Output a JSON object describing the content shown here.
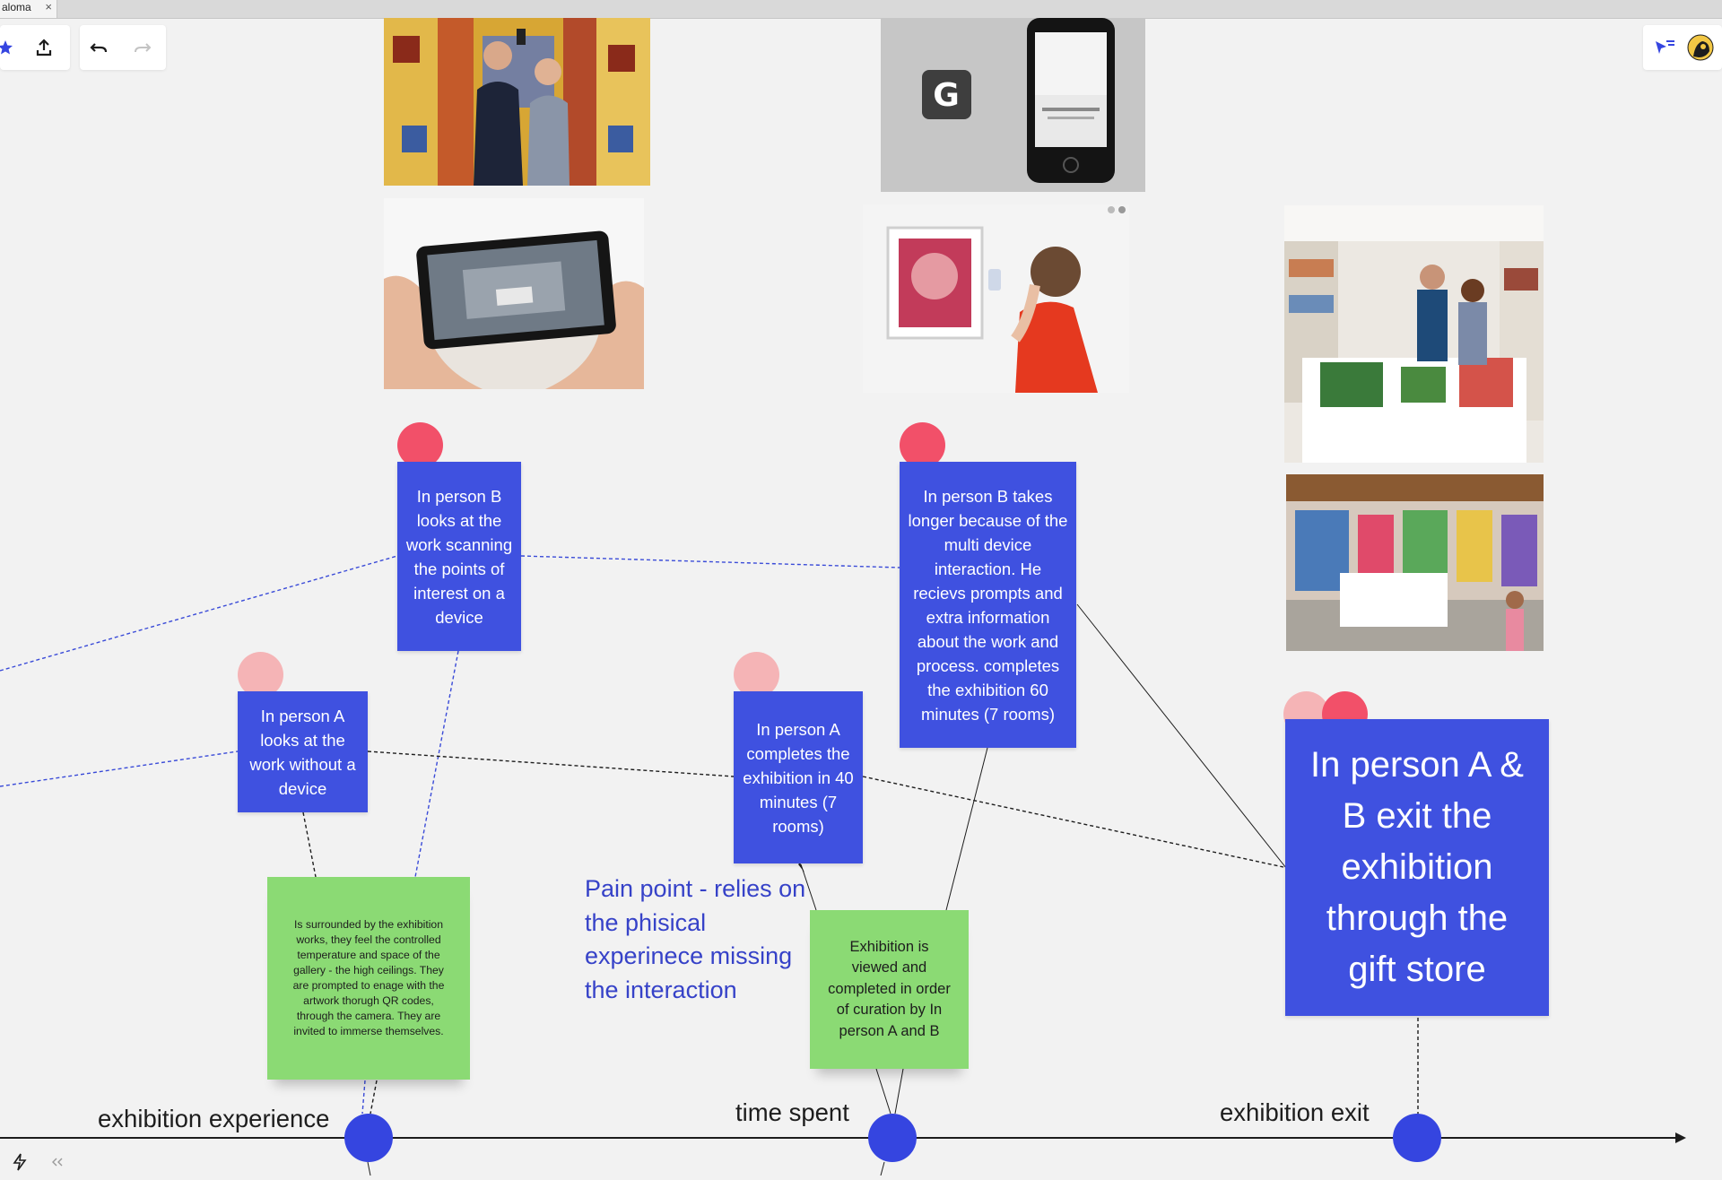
{
  "tab": {
    "title": "aloma",
    "close_glyph": "×"
  },
  "toolbar_left": {
    "icons": [
      "star-icon",
      "export-icon",
      "undo-icon",
      "redo-icon"
    ]
  },
  "toolbar_right": {
    "icons": [
      "filter-pointer-icon",
      "user-avatar-icon"
    ]
  },
  "cards": {
    "person_b_scanning": "In person B looks at the work scanning the points of interest on a device",
    "person_a_no_device": "In person A looks at the work without a device",
    "person_a_completes": "In person A completes the exhibition in 40 minutes (7 rooms)",
    "person_b_longer": "In person B takes longer because of the multi device interaction. He recievs prompts and extra information about the work and process. completes the exhibition 60 minutes (7 rooms)",
    "exit_gift_store": "In person A & B exit the exhibition through the gift store"
  },
  "stickies": {
    "surrounded": "Is surrounded by the exhibition works, they feel the controlled temperature and space of the gallery - the high ceilings. They are prompted to enage with the artwork thorugh QR codes, through the camera. They are invited to immerse themselves.",
    "viewed_in_order": "Exhibition is viewed and completed in order of curation by In person A and B"
  },
  "pain_point": "Pain point - relies on the phisical experinece missing the interaction",
  "axis": {
    "labels": {
      "experience": "exhibition experience",
      "time": "time spent",
      "exit": "exhibition exit"
    }
  },
  "photos": {
    "selfie": "selfie-in-gallery-photo",
    "phone_app": "gallery-app-phone-photo",
    "ar_phone": "ar-phone-gallery-photo",
    "phone_painting": "woman-photographing-painting-photo",
    "gift_store_1": "gift-store-shoppers-photo",
    "gift_store_2": "gift-store-interior-photo"
  },
  "colors": {
    "card_blue": "#3f51e0",
    "sticky_green": "#8bda74",
    "dot_red": "#f25069",
    "dot_pink": "#f5b4b6",
    "axis_dot": "#3545e0",
    "pain_text": "#3642c8"
  }
}
